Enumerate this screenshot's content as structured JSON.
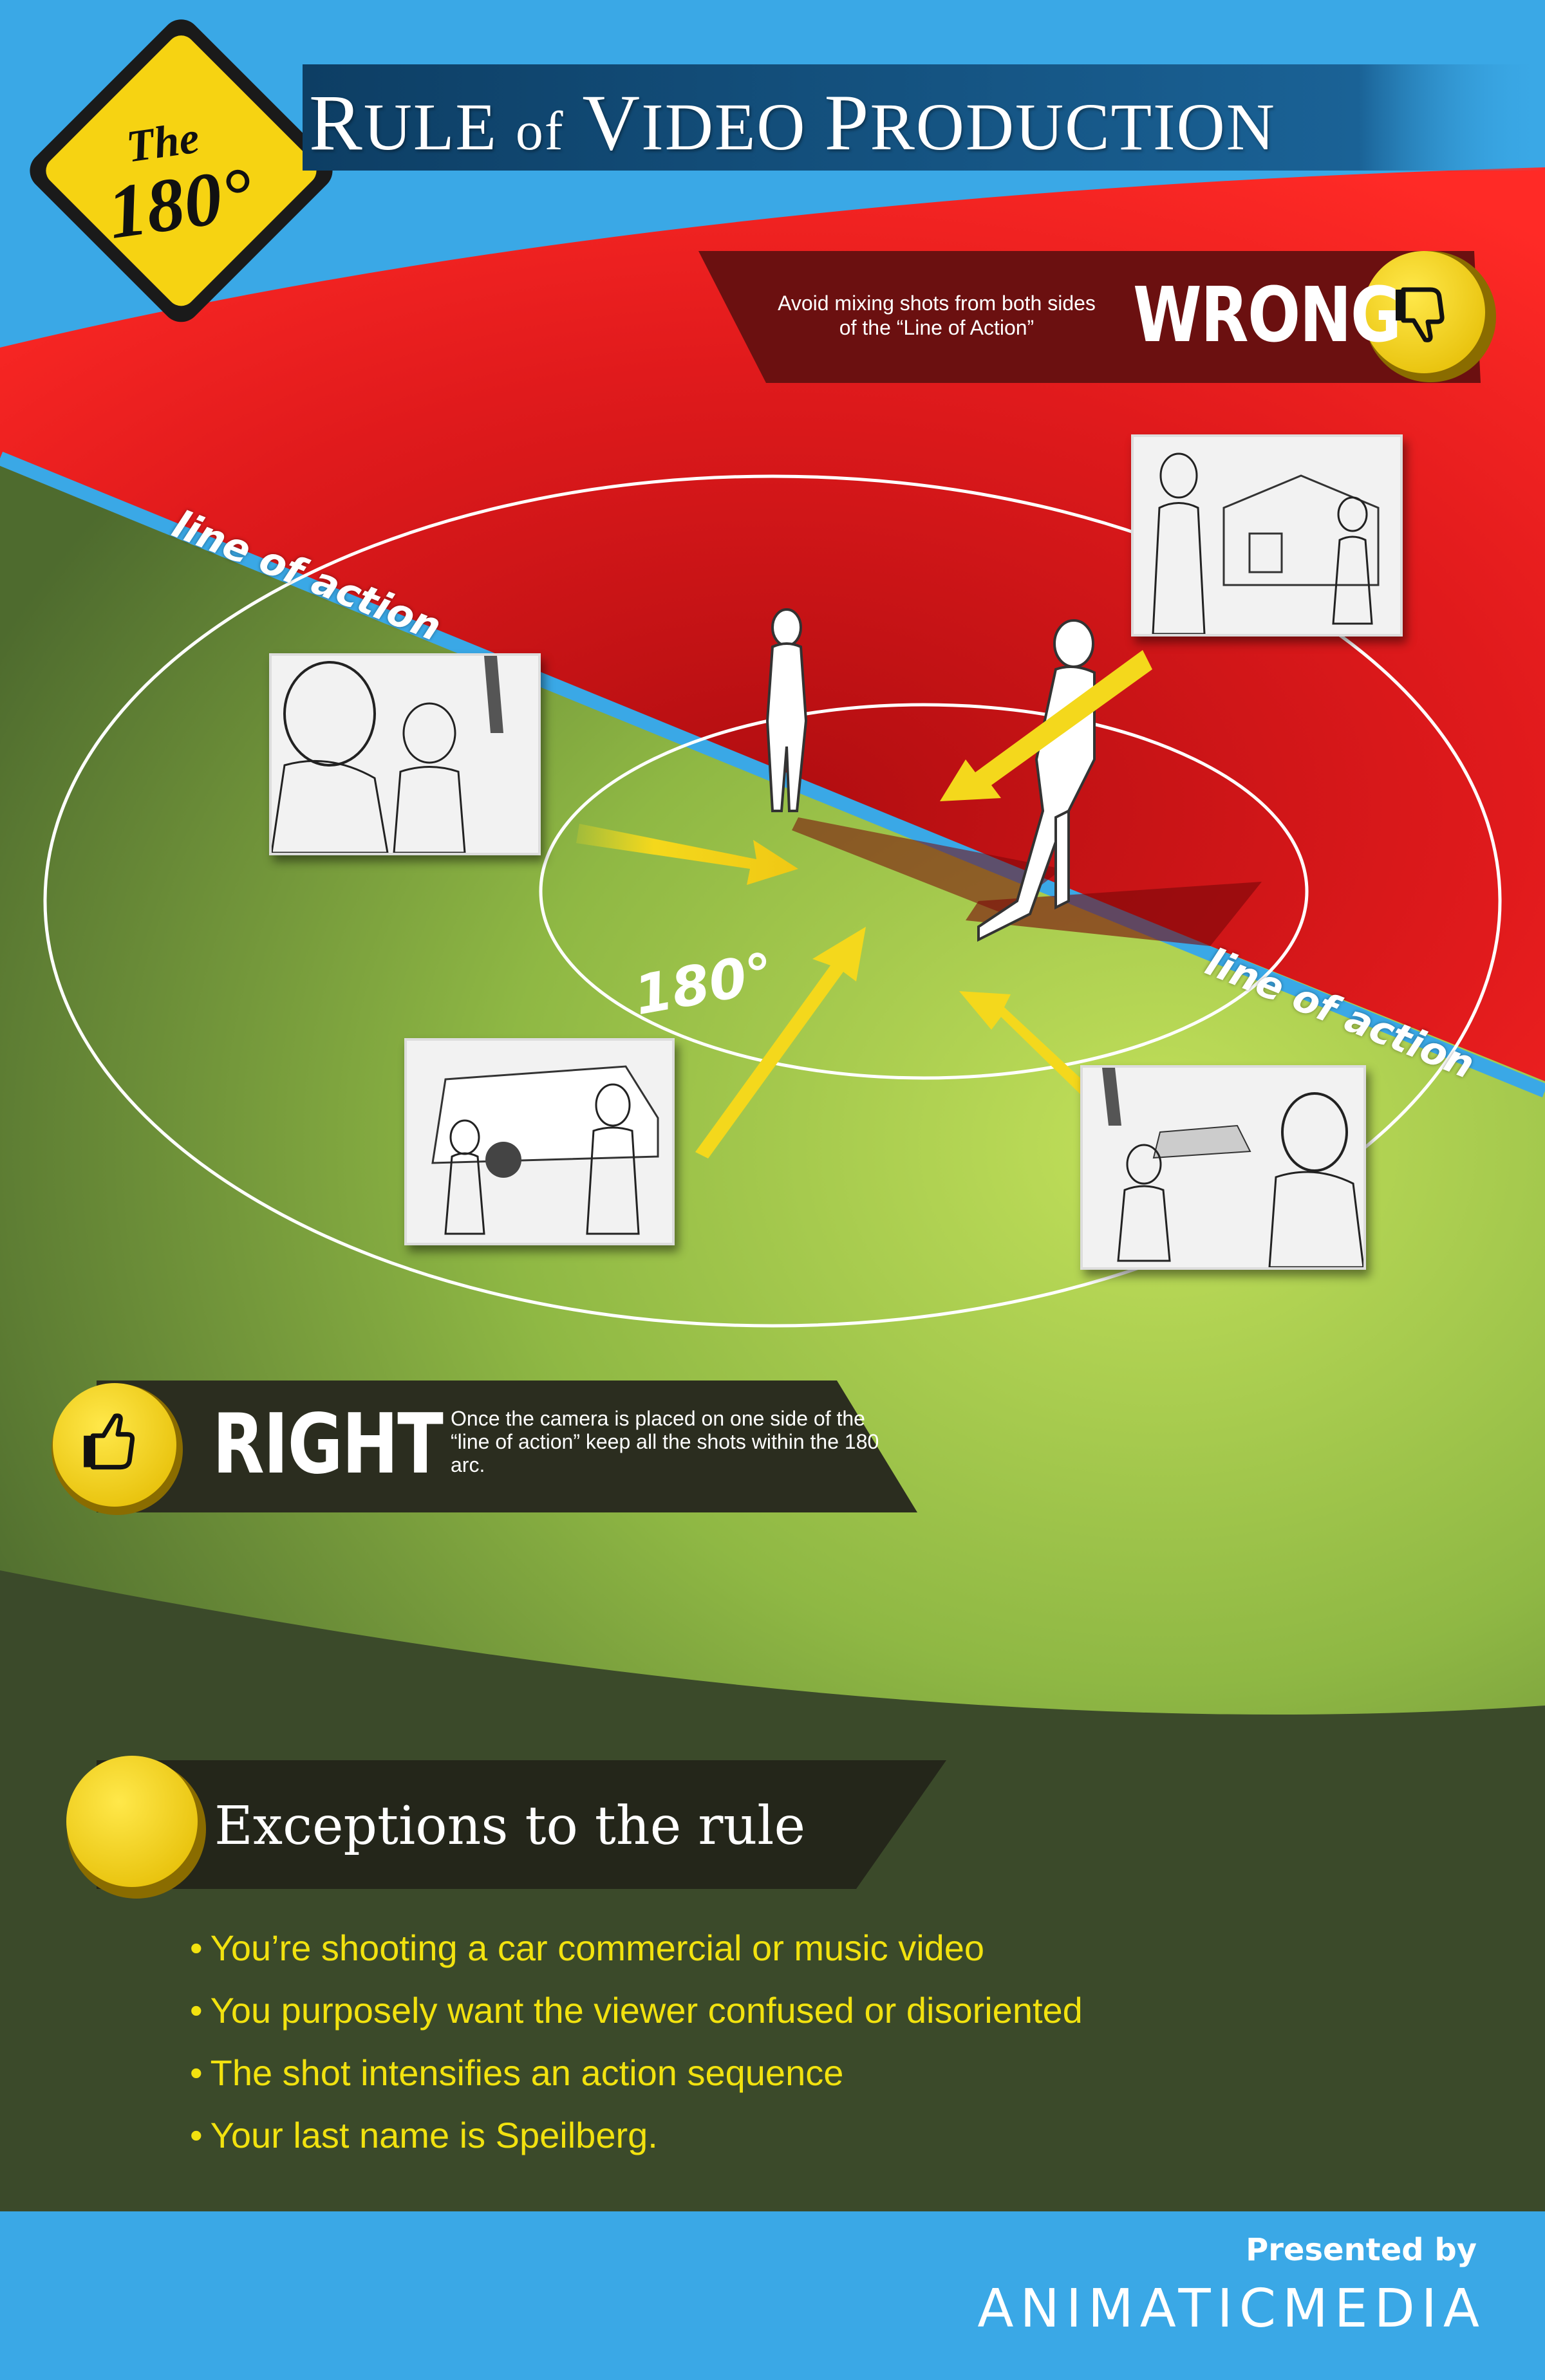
{
  "sign": {
    "the": "The",
    "degrees": "180°"
  },
  "title": {
    "r": "R",
    "ule": "ULE",
    "of": "of",
    "v": "V",
    "ideo": "IDEO",
    "p": "P",
    "roduction": "RODUCTION"
  },
  "wrong": {
    "label": "WRONG",
    "description": "Avoid mixing shots from both sides of the “Line of Action”",
    "icon": "thumbs-down-icon"
  },
  "diagram": {
    "line_of_action_left": "line of action",
    "line_of_action_right": "line of action",
    "angle_label": "180°"
  },
  "right": {
    "label": "RIGHT",
    "description": "Once the camera is placed on one side of the “line of action” keep all the shots within the 180 arc.",
    "icon": "thumbs-up-icon"
  },
  "exceptions": {
    "title": "Exceptions to the rule",
    "items": [
      "You’re shooting a car commercial or music video",
      "You purposely want the viewer confused or disoriented",
      "The shot intensifies an action sequence",
      "Your last name is Speilberg."
    ]
  },
  "footer": {
    "presented_by": "Presented by",
    "brand": "ANIMATICMEDIA"
  },
  "colors": {
    "sky": "#3aa8e6",
    "red": "#e8191c",
    "green": "#9cc84a",
    "dark_green": "#3b4a2a",
    "yellow": "#f2d518",
    "arrow": "#f4d81c"
  }
}
